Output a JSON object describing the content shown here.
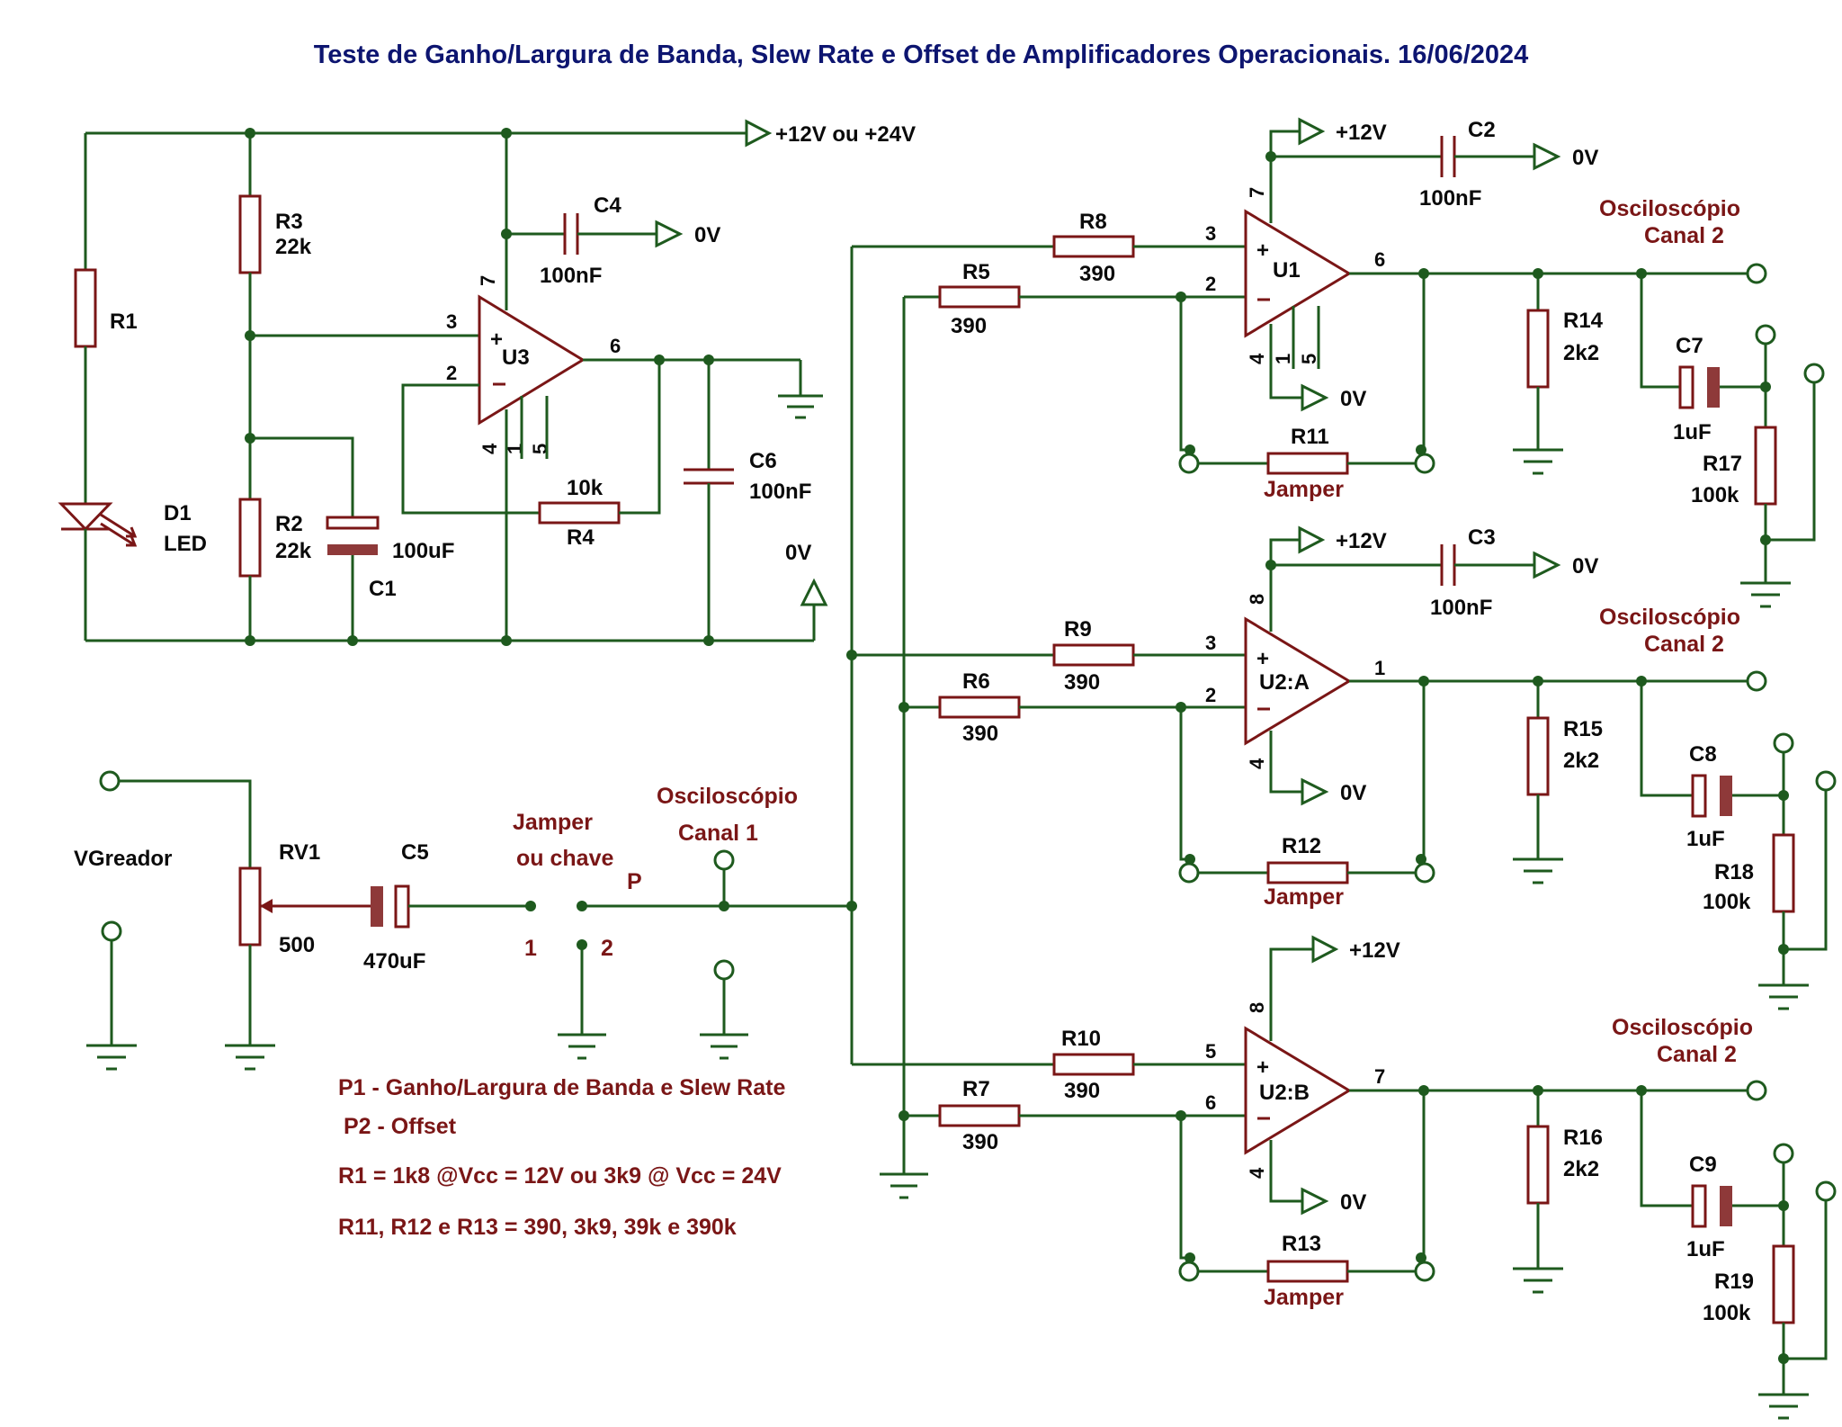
{
  "title": "Teste de Ganho/Largura de Banda, Slew Rate e Offset de Amplificadores Operacionais. 16/06/2024",
  "rails": {
    "supply_main": "+12V ou +24V",
    "v12": "+12V",
    "zero": "0V"
  },
  "components": {
    "R1": {
      "ref": "R1"
    },
    "R3": {
      "ref": "R3",
      "value": "22k"
    },
    "R2": {
      "ref": "R2",
      "value": "22k"
    },
    "C1": {
      "ref": "C1",
      "value": "100uF"
    },
    "D1": {
      "ref": "D1",
      "value": "LED"
    },
    "C4": {
      "ref": "C4",
      "value": "100nF"
    },
    "U3": {
      "ref": "U3"
    },
    "R4": {
      "ref": "R4",
      "value": "10k"
    },
    "C6": {
      "ref": "C6",
      "value": "100nF"
    },
    "R8": {
      "ref": "R8",
      "value": "390"
    },
    "R5": {
      "ref": "R5",
      "value": "390"
    },
    "U1": {
      "ref": "U1"
    },
    "C2": {
      "ref": "C2",
      "value": "100nF"
    },
    "R14": {
      "ref": "R14",
      "value": "2k2"
    },
    "C7": {
      "ref": "C7",
      "value": "1uF"
    },
    "R17": {
      "ref": "R17",
      "value": "100k"
    },
    "R11": {
      "ref": "R11",
      "value": "Jamper"
    },
    "R9": {
      "ref": "R9",
      "value": "390"
    },
    "R6": {
      "ref": "R6",
      "value": "390"
    },
    "U2A": {
      "ref": "U2:A"
    },
    "C3": {
      "ref": "C3",
      "value": "100nF"
    },
    "R15": {
      "ref": "R15",
      "value": "2k2"
    },
    "C8": {
      "ref": "C8",
      "value": "1uF"
    },
    "R18": {
      "ref": "R18",
      "value": "100k"
    },
    "R12": {
      "ref": "R12",
      "value": "Jamper"
    },
    "R10": {
      "ref": "R10",
      "value": "390"
    },
    "R7": {
      "ref": "R7",
      "value": "390"
    },
    "U2B": {
      "ref": "U2:B"
    },
    "R16": {
      "ref": "R16",
      "value": "2k2"
    },
    "C9": {
      "ref": "C9",
      "value": "1uF"
    },
    "R19": {
      "ref": "R19",
      "value": "100k"
    },
    "R13": {
      "ref": "R13",
      "value": "Jamper"
    },
    "RV1": {
      "ref": "RV1",
      "value": "500"
    },
    "C5": {
      "ref": "C5",
      "value": "470uF"
    }
  },
  "pins": {
    "u3": {
      "p3": "3",
      "p2": "2",
      "p6": "6",
      "p7": "7",
      "p4": "4",
      "p1": "1",
      "p5": "5"
    },
    "u1": {
      "p3": "3",
      "p2": "2",
      "p6": "6",
      "p7": "7",
      "p4": "4",
      "p1": "1",
      "p5": "5"
    },
    "u2a": {
      "p3": "3",
      "p2": "2",
      "p1": "1",
      "p8": "8",
      "p4": "4"
    },
    "u2b": {
      "p5": "5",
      "p6": "6",
      "p7": "7",
      "p8": "8",
      "p4": "4"
    }
  },
  "labels": {
    "vgerador": "VGreador",
    "jumper_line1": "Jamper",
    "jumper_line2": "ou chave",
    "switch_p": "P",
    "switch_1": "1",
    "switch_2": "2",
    "osc1_line1": "Osciloscópio",
    "osc1_line2": "Canal 1",
    "osc2_line1": "Osciloscópio",
    "osc2_line2": "Canal 2"
  },
  "notes": [
    "P1 - Ganho/Largura de Banda e Slew Rate",
    "P2 - Offset",
    "R1 = 1k8 @Vcc = 12V ou 3k9 @ Vcc = 24V",
    "R11, R12 e R13 = 390, 3k9, 39k e 390k"
  ],
  "colors": {
    "wire": "#1e5a1e",
    "component": "#7a1616",
    "title": "#0d1570",
    "text": "#0a0a0a"
  }
}
